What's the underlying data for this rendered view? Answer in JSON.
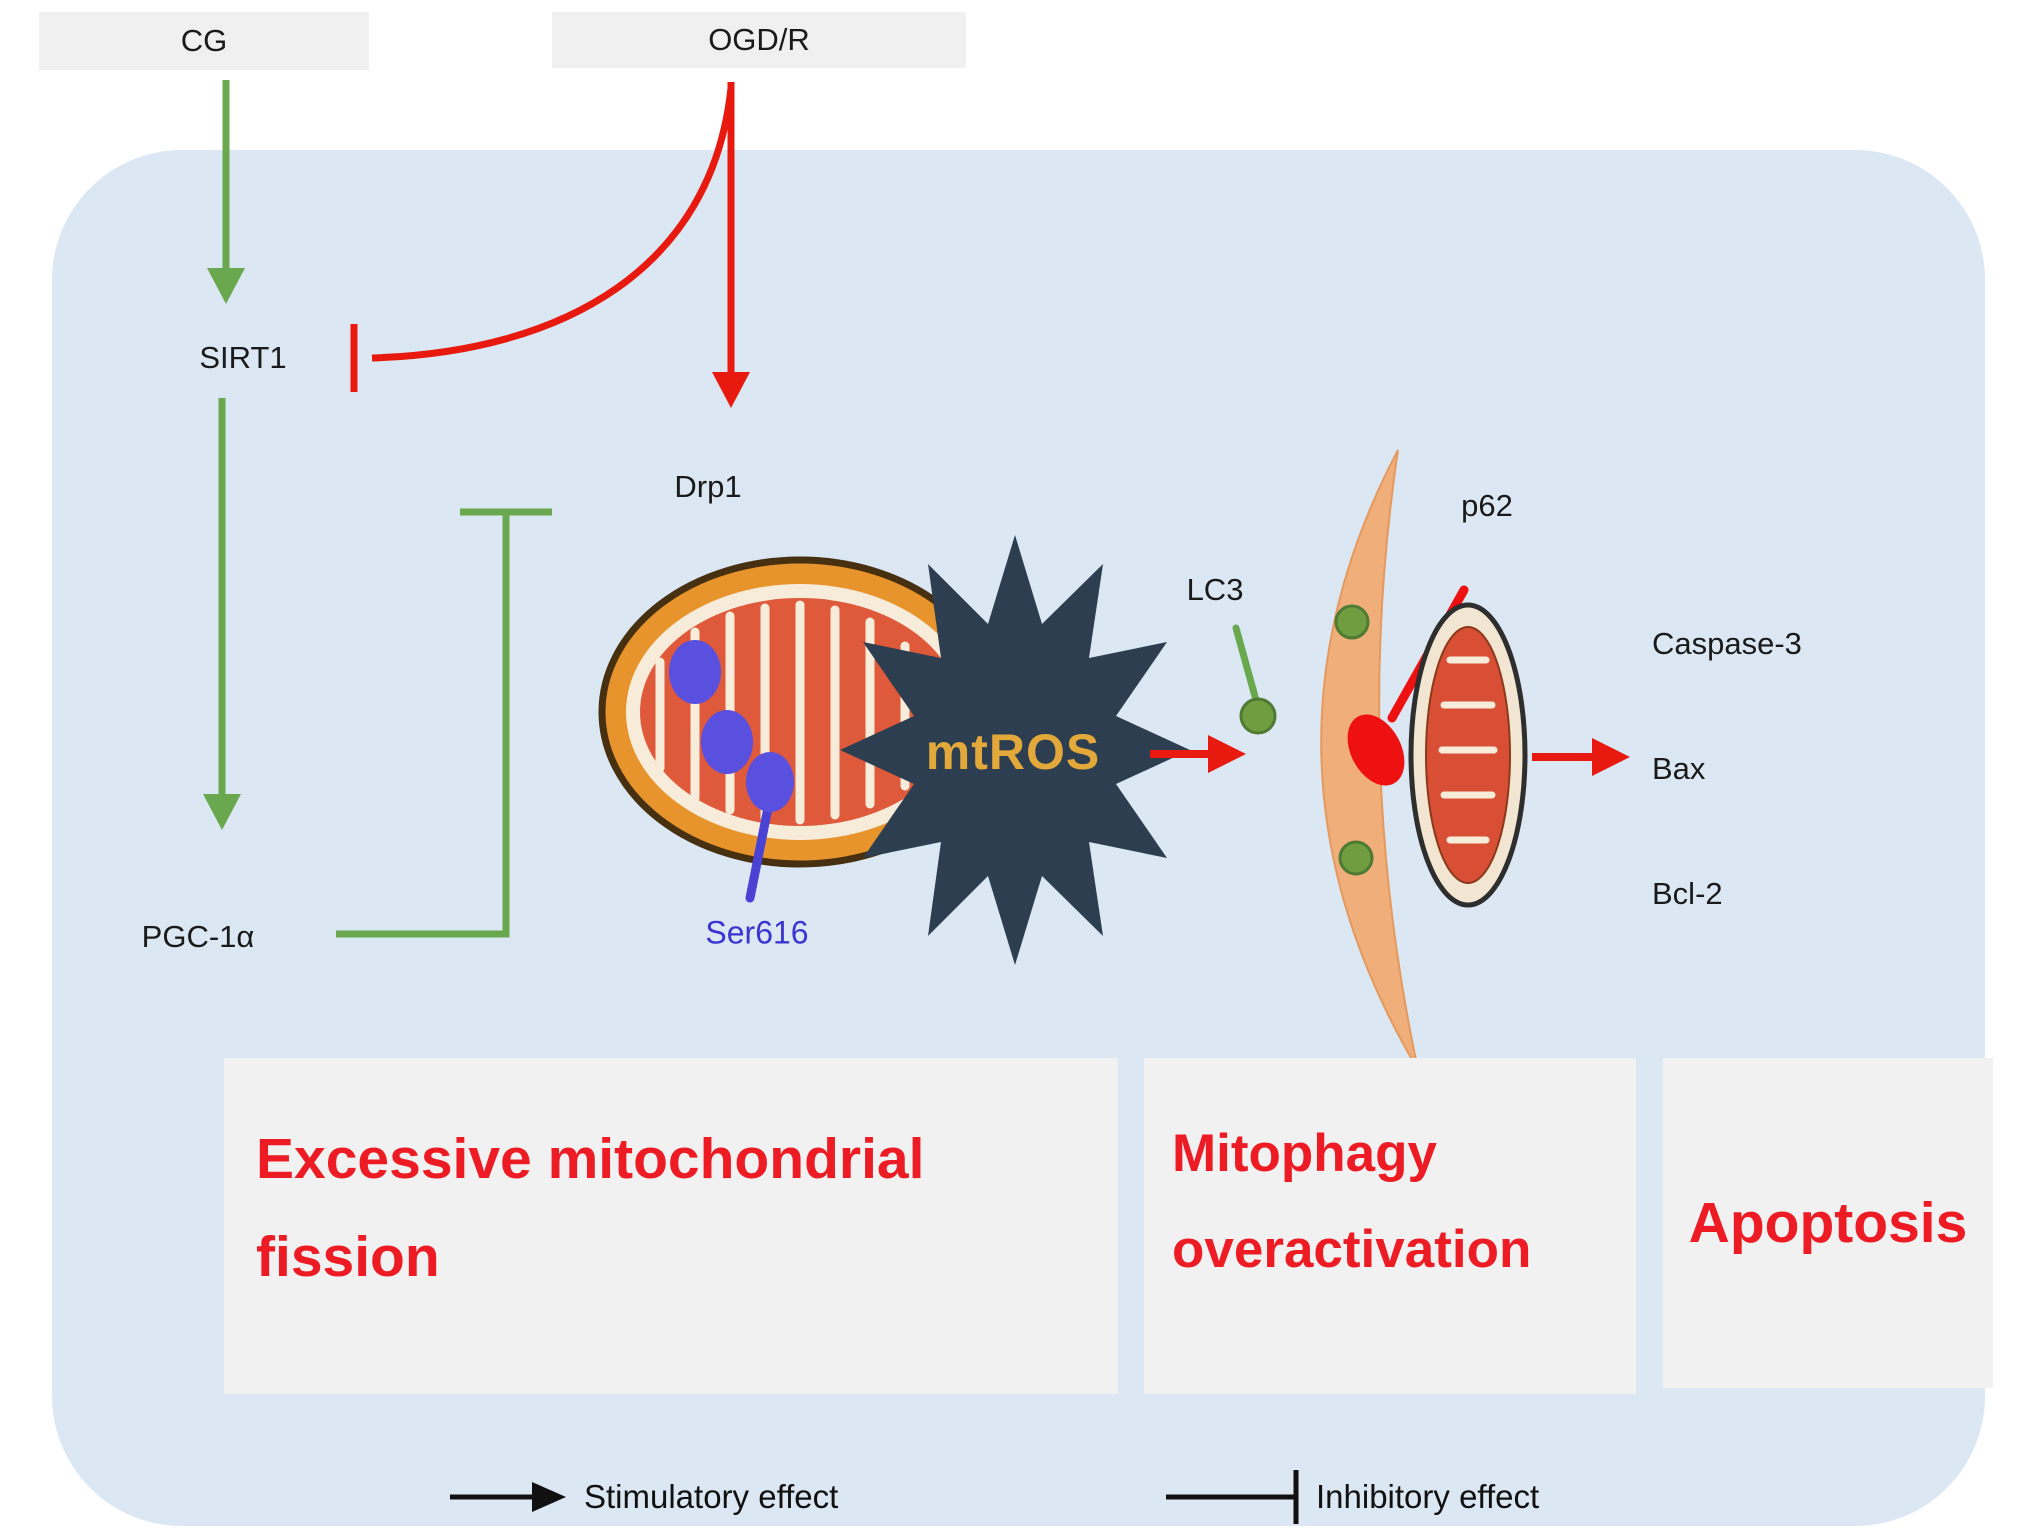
{
  "nodes": {
    "cg": "CG",
    "ogdr": "OGD/R",
    "sirt1": "SIRT1",
    "drp1": "Drp1",
    "pgc1a": "PGC-1α",
    "ser616": "Ser616",
    "mtros": "mtROS",
    "lc3": "LC3",
    "p62": "p62",
    "caspase3": "Caspase-3",
    "bax": "Bax",
    "bcl2": "Bcl-2"
  },
  "outcomes": {
    "fission": "Excessive mitochondrial fission",
    "mitophagy": "Mitophagy overactivation",
    "apoptosis": "Apoptosis"
  },
  "legend": {
    "stimulatory": "Stimulatory effect",
    "inhibitory": "Inhibitory effect"
  },
  "colors": {
    "stimulatory_green": "#6aa84f",
    "inhibitory_red": "#e8190f",
    "outcome_red": "#ed1c24",
    "mtros_gold": "#e3a83a",
    "ser616_blue": "#3a35d1",
    "background_blue": "#dbe7f3",
    "starburst_navy": "#2d3e50",
    "membrane_orange": "#f0ae7b"
  }
}
